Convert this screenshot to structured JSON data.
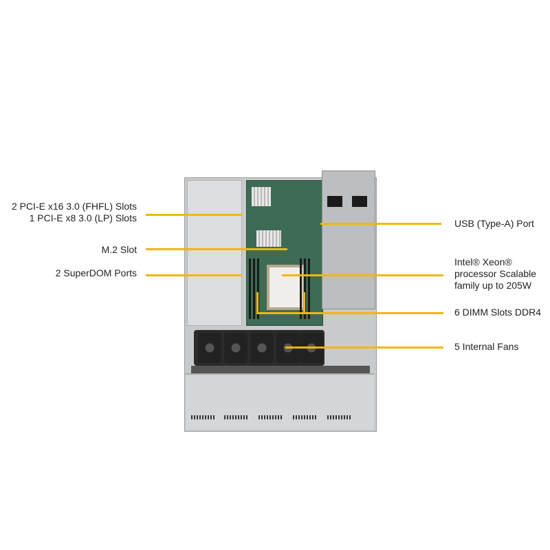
{
  "callouts_left": [
    {
      "line1": "2 PCI-E x16 3.0 (FHFL) Slots",
      "line2": "1 PCI-E x8 3.0 (LP) Slots"
    },
    {
      "line1": "M.2 Slot"
    },
    {
      "line1": "2 SuperDOM Ports"
    }
  ],
  "callouts_right": [
    {
      "line1": "USB (Type-A) Port"
    },
    {
      "line1": "Intel® Xeon®",
      "line2": "processor Scalable",
      "line3": "family up to 205W"
    },
    {
      "line1": "6 DIMM Slots DDR4"
    },
    {
      "line1": "5 Internal Fans"
    }
  ],
  "colors": {
    "callout_line": "#f2b705"
  }
}
